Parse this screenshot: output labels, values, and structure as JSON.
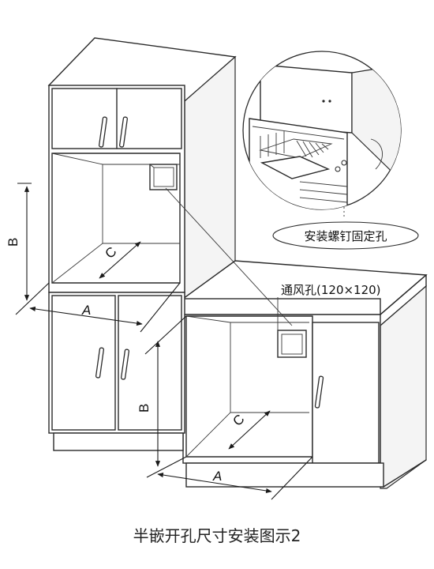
{
  "labels": {
    "dim_a": "A",
    "dim_b": "B",
    "dim_c": "C"
  },
  "callouts": {
    "screw_hole": "安装螺钉固定孔",
    "vent_hole": "通风孔(120×120)"
  },
  "caption": "半嵌开孔尺寸安装图示2"
}
